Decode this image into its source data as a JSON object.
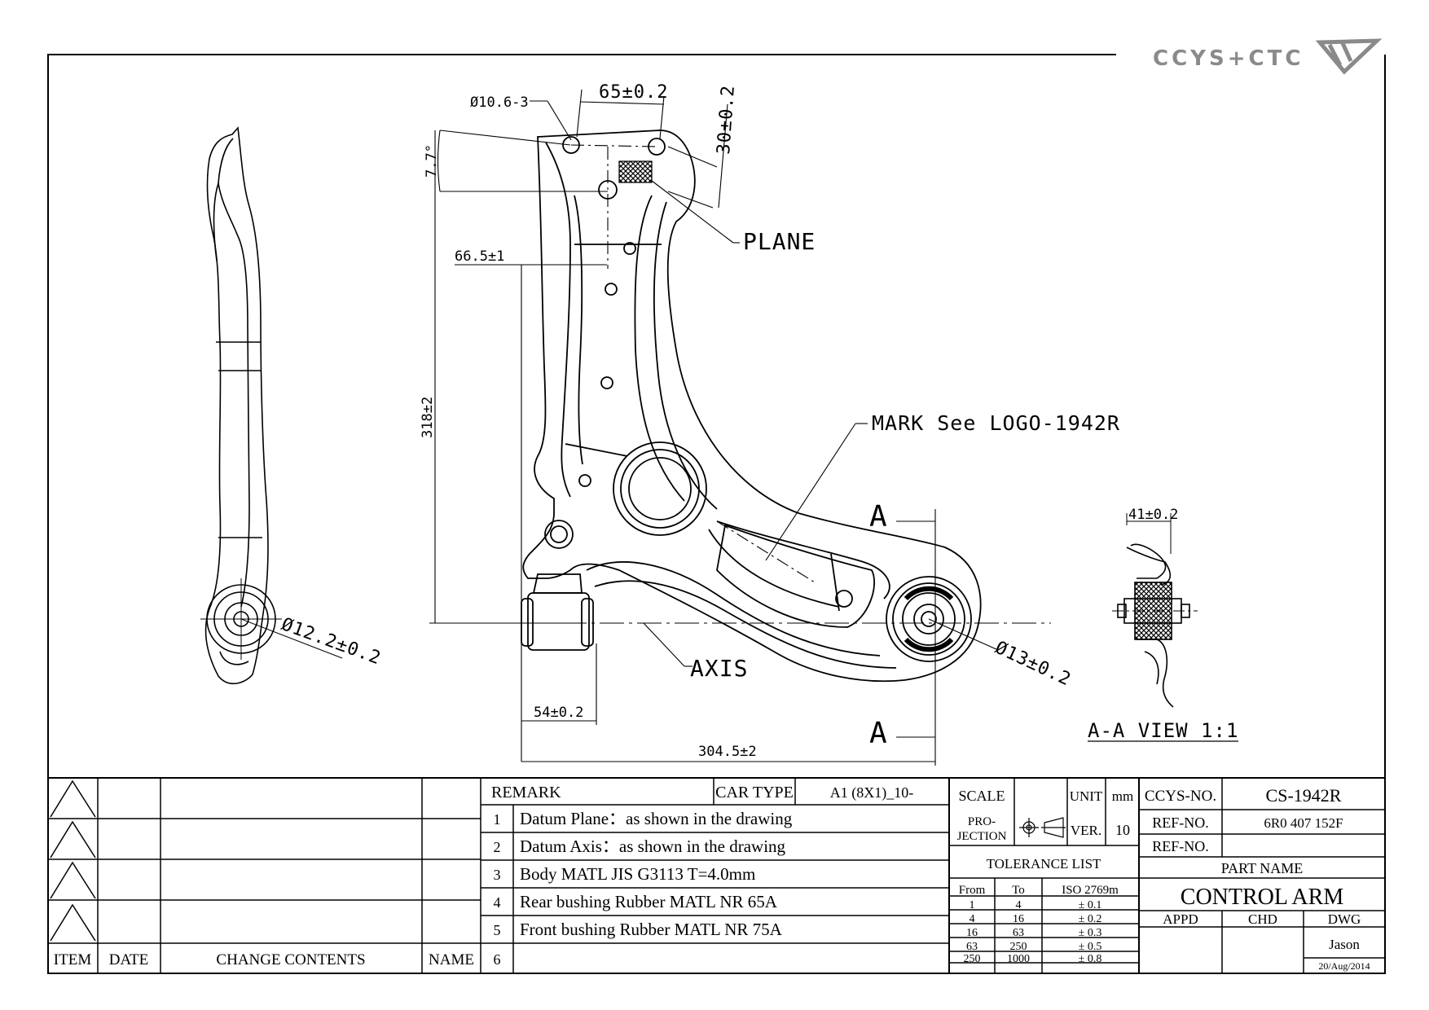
{
  "logo": {
    "text": "CCYS+CTC"
  },
  "drawing": {
    "labels": {
      "hole_dia": "Ø10.6-3",
      "dim_65": "65±0.2",
      "dim_30": "30±0.2",
      "angle": "7.7°",
      "plane": "PLANE",
      "dim_66_5": "66.5±1",
      "dim_318": "318±2",
      "mark": "MARK See LOGO-1942R",
      "dia_12_2": "Ø12.2±0.2",
      "axis": "AXIS",
      "dia_13": "Ø13±0.2",
      "dim_54": "54±0.2",
      "dim_304_5": "304.5±2",
      "section_a": "A",
      "dim_41": "41±0.2",
      "view": "A-A VIEW 1:1"
    }
  },
  "revision_table": {
    "headers": [
      "ITEM",
      "DATE",
      "CHANGE CONTENTS",
      "NAME"
    ]
  },
  "remarks": {
    "header": "REMARK",
    "car_type_label": "CAR TYPE",
    "car_type_value": "A1 (8X1)_10-",
    "items": [
      {
        "no": "1",
        "text": "Datum Plane：as shown in the drawing"
      },
      {
        "no": "2",
        "text": "Datum Axis：as shown in the drawing"
      },
      {
        "no": "3",
        "text": "Body MATL JIS G3113 T=4.0mm"
      },
      {
        "no": "4",
        "text": "Rear bushing Rubber MATL NR 65A"
      },
      {
        "no": "5",
        "text": "Front bushing Rubber MATL NR 75A"
      },
      {
        "no": "6",
        "text": ""
      }
    ]
  },
  "scale_block": {
    "scale": "SCALE",
    "unit": "UNIT",
    "unit_value": "mm",
    "projection_1": "PRO-",
    "projection_2": "JECTION",
    "ver": "VER.",
    "ver_value": "10",
    "tolerance_title": "TOLERANCE LIST",
    "tol_headers": [
      "From",
      "To",
      "ISO 2769m"
    ],
    "tol_rows": [
      [
        "1",
        "4",
        "± 0.1"
      ],
      [
        "4",
        "16",
        "± 0.2"
      ],
      [
        "16",
        "63",
        "± 0.3"
      ],
      [
        "63",
        "250",
        "± 0.5"
      ],
      [
        "250",
        "1000",
        "± 0.8"
      ]
    ]
  },
  "title_block": {
    "ccys_no_label": "CCYS-NO.",
    "ccys_no": "CS-1942R",
    "ref_no_label": "REF-NO.",
    "ref_no": "6R0 407 152F",
    "ref_no_label_2": "REF-NO.",
    "ref_no_2": "",
    "part_name_label": "PART NAME",
    "part_name": "CONTROL ARM",
    "appd": "APPD",
    "chd": "CHD",
    "dwg": "DWG",
    "dwg_name": "Jason",
    "dwg_date": "20/Aug/2014"
  }
}
